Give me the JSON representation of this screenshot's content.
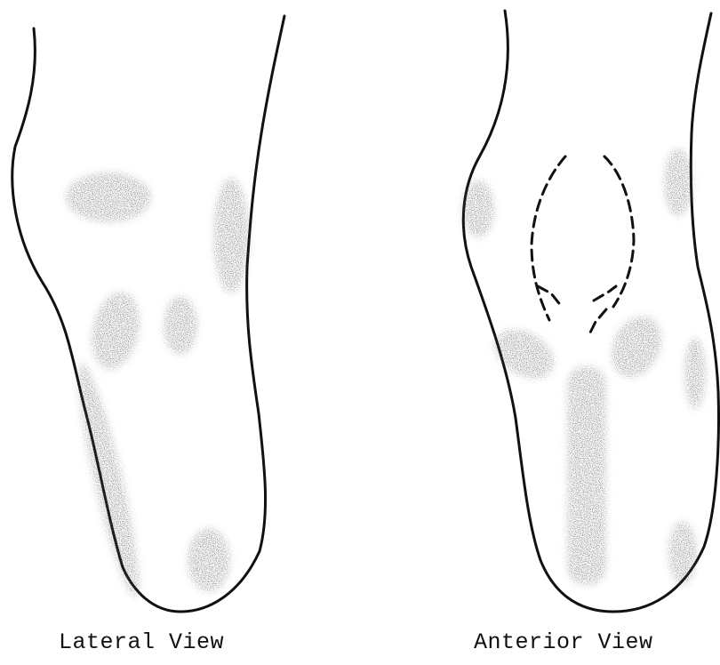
{
  "figure": {
    "panels": [
      {
        "id": "lateral",
        "caption": "Lateral View"
      },
      {
        "id": "anterior",
        "caption": "Anterior View"
      }
    ],
    "colors": {
      "outline": "#111111",
      "stipple": "#1a1a1a",
      "background": "#ffffff"
    }
  }
}
